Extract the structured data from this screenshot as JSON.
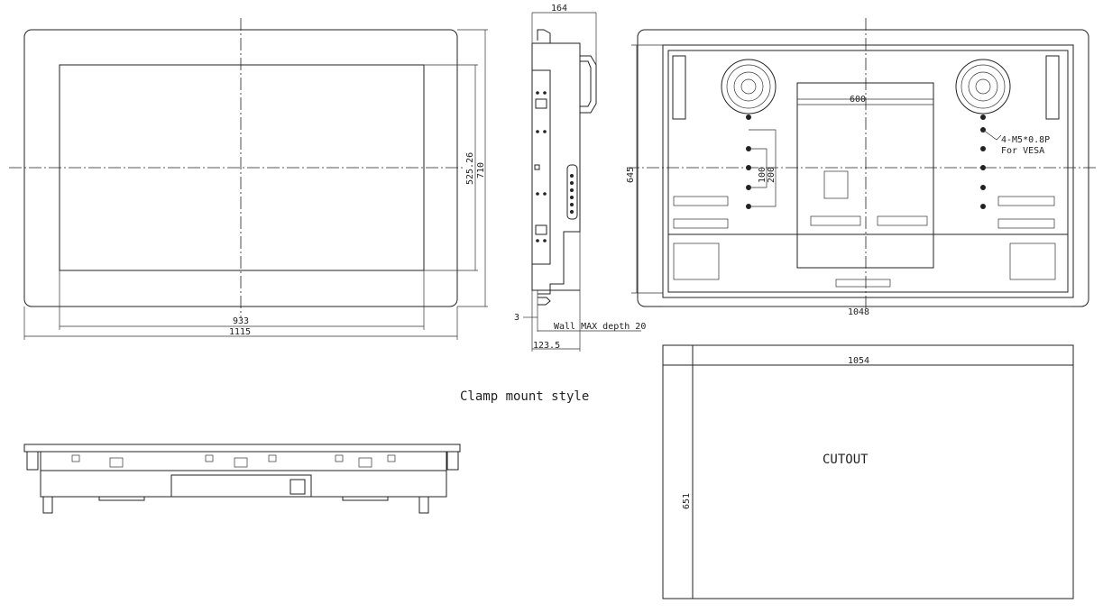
{
  "front_view": {
    "dim_screen_width": "933",
    "dim_outer_width": "1115",
    "dim_screen_height": "525.26",
    "dim_outer_height": "710"
  },
  "side_view": {
    "dim_depth": "164",
    "dim_bezel": "3",
    "wall_note": "Wall MAX depth 20",
    "dim_mount_depth": "123.5"
  },
  "rear_view": {
    "dim_height": "645",
    "dim_vesa_width": "600",
    "dim_vesa_100": "100",
    "dim_vesa_200": "200",
    "screw_note_1": "4-M5*0.8P",
    "screw_note_2": "For VESA",
    "dim_width": "1048"
  },
  "caption": "Clamp mount style",
  "cutout": {
    "dim_width": "1054",
    "dim_height": "651",
    "label": "CUTOUT"
  }
}
